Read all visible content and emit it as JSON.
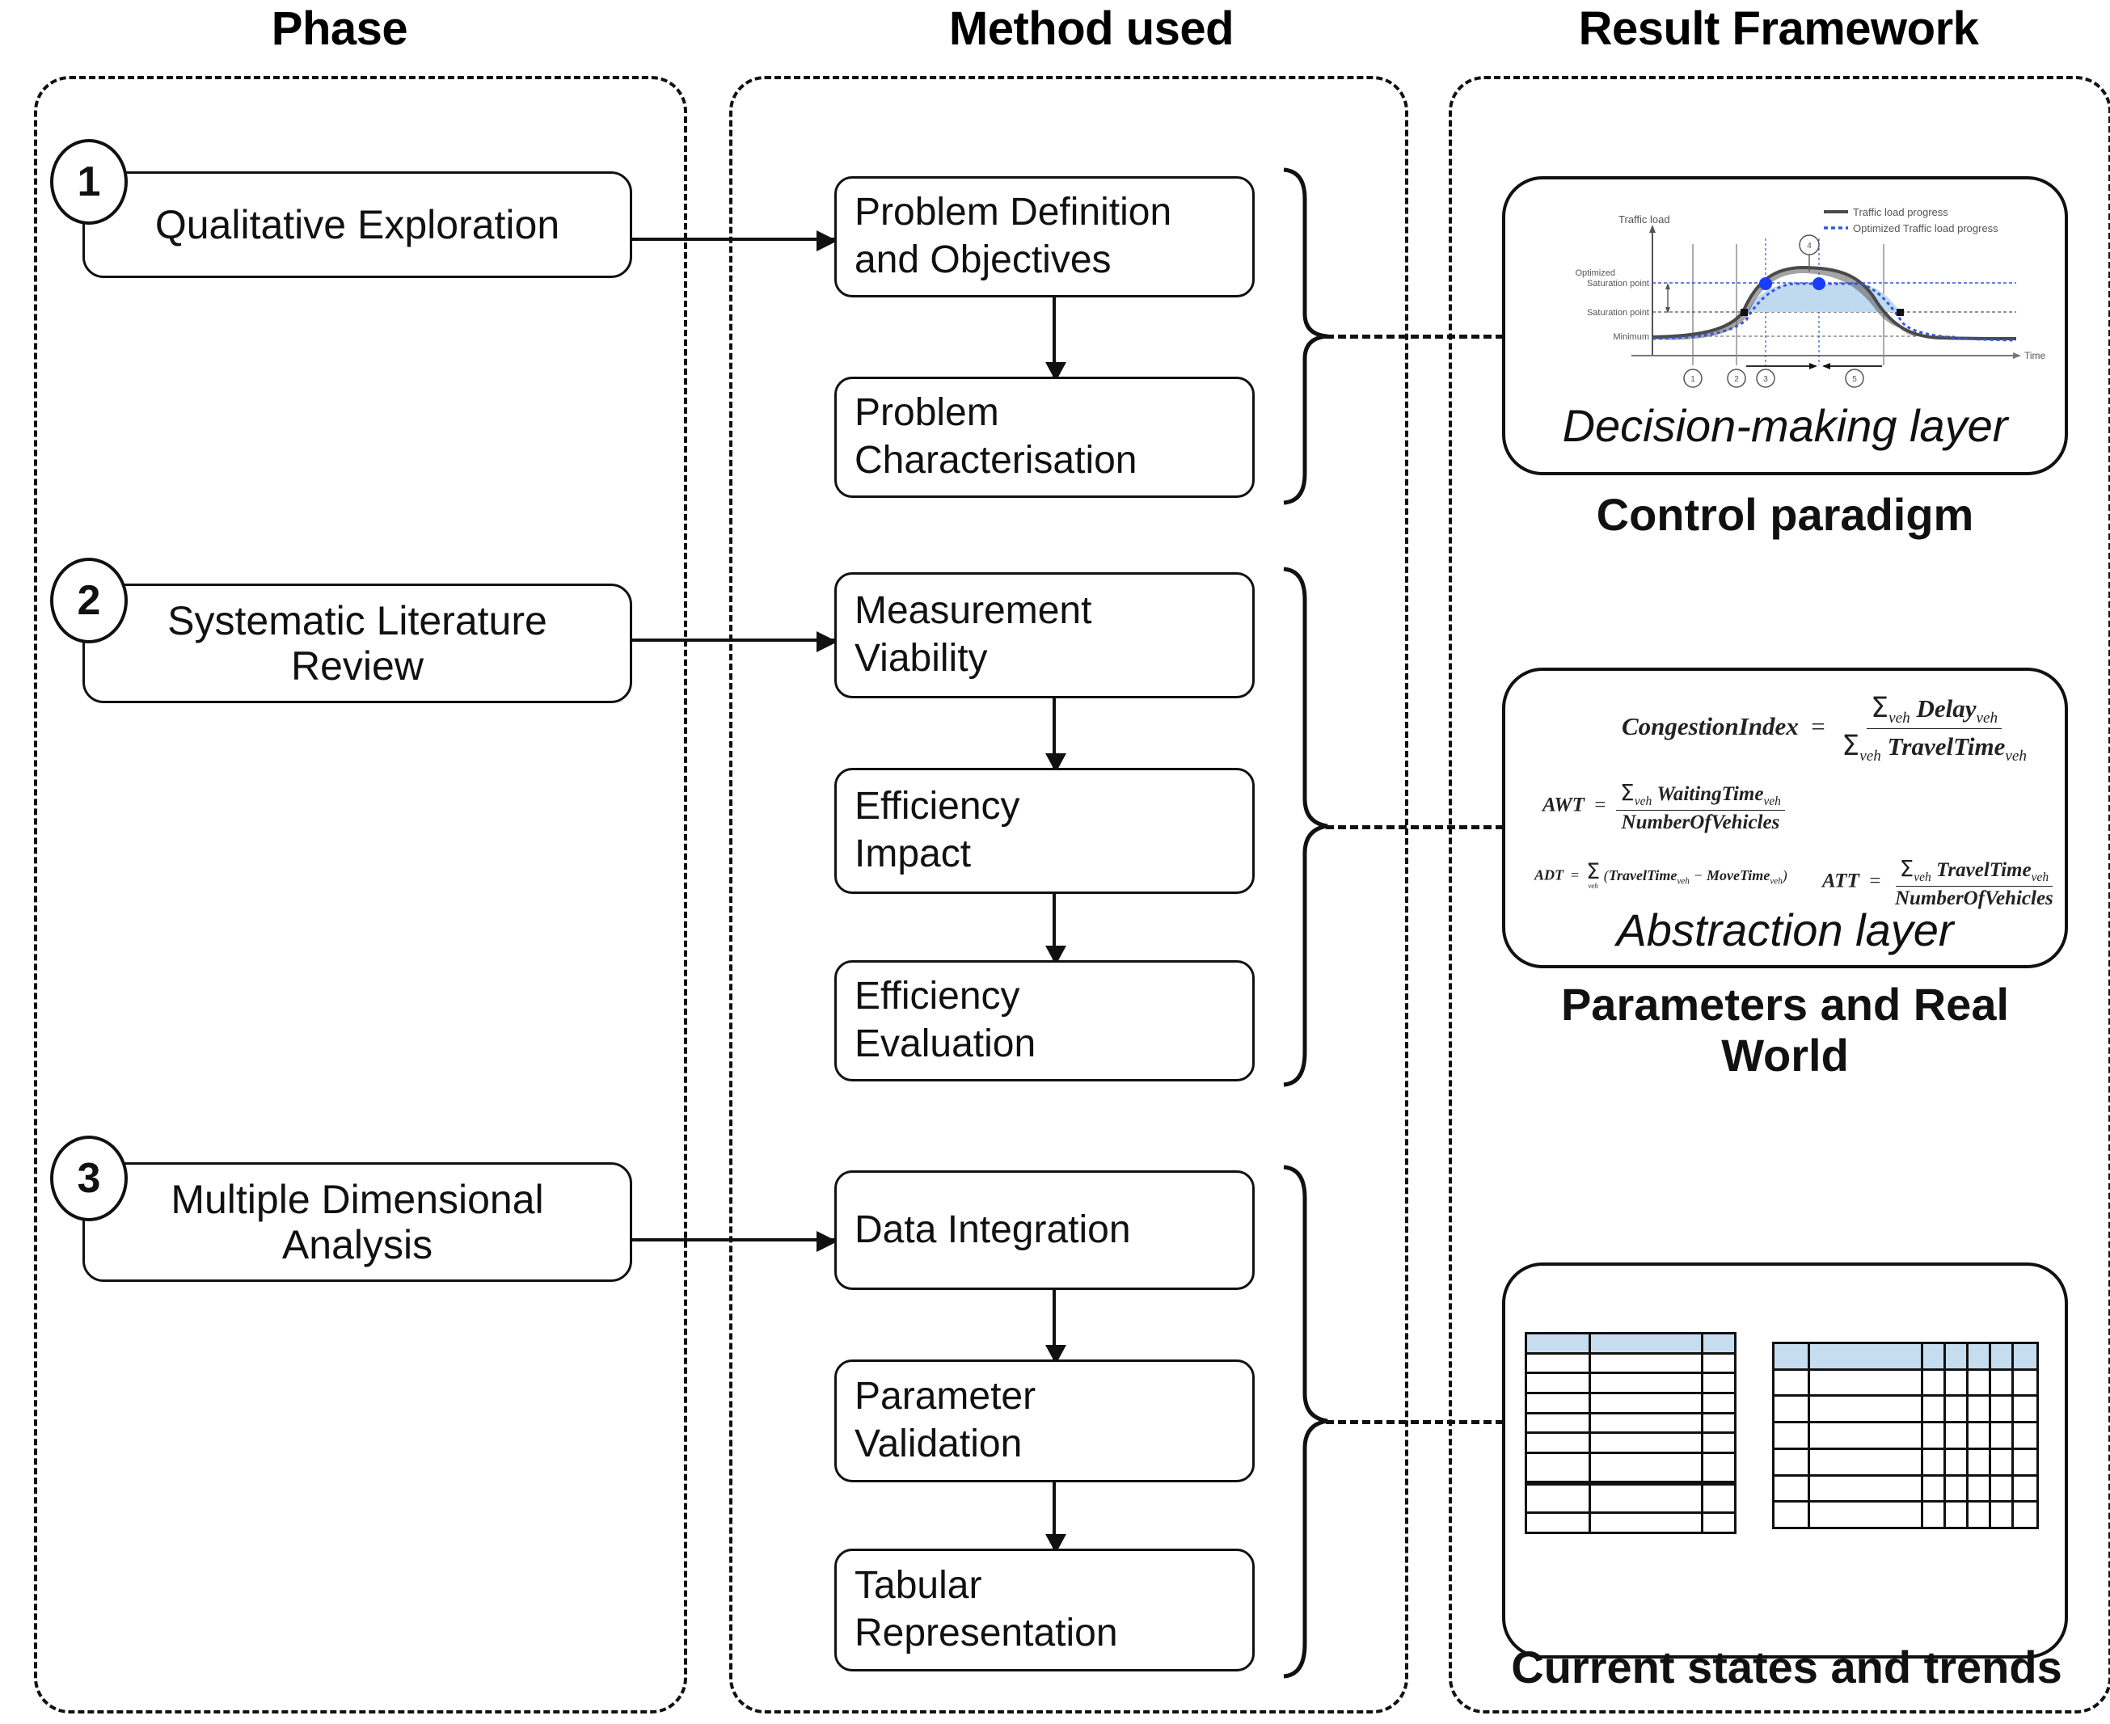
{
  "columns": [
    {
      "id": "phase",
      "title": "Phase"
    },
    {
      "id": "method",
      "title": "Method used"
    },
    {
      "id": "result",
      "title": "Result Framework"
    }
  ],
  "phases": [
    {
      "number": "1",
      "label": "Qualitative Exploration"
    },
    {
      "number": "2",
      "label": "Systematic Literature Review"
    },
    {
      "number": "3",
      "label": "Multiple Dimensional Analysis"
    }
  ],
  "method_groups": [
    {
      "phase": "1",
      "steps": [
        {
          "line1": "Problem Definition",
          "line2": "and Objectives"
        },
        {
          "line1": "Problem",
          "line2": "Characterisation"
        }
      ]
    },
    {
      "phase": "2",
      "steps": [
        {
          "line1": "Measurement",
          "line2": "Viability"
        },
        {
          "line1": "Efficiency",
          "line2": "Impact"
        },
        {
          "line1": "Efficiency",
          "line2": "Evaluation"
        }
      ]
    },
    {
      "phase": "3",
      "steps": [
        {
          "line1": "Data Integration",
          "line2": ""
        },
        {
          "line1": "Parameter",
          "line2": "Validation"
        },
        {
          "line1": "Tabular",
          "line2": "Representation"
        }
      ]
    }
  ],
  "results": [
    {
      "id": "decision",
      "layer_label": "Decision-making layer",
      "caption": "Control paradigm",
      "thumbnail": "traffic-load-chart"
    },
    {
      "id": "abstraction",
      "layer_label": "Abstraction layer",
      "caption": "Parameters and Real World",
      "thumbnail": "metric-formulas",
      "formulas": {
        "congestion_index": {
          "lhs": "CongestionIndex",
          "numerator": "∑ Delay",
          "numerator_sub": "veh",
          "sum_sub": "veh",
          "denominator": "∑ TravelTime",
          "denominator_sub": "veh"
        },
        "awt": {
          "lhs": "AWT",
          "numerator": "∑ WaitingTime",
          "numerator_sub": "veh",
          "denominator": "NumberOfVehicles"
        },
        "adt": {
          "lhs": "ADT",
          "body": "∑ (TravelTime",
          "body_sub1": "veh",
          "body_mid": "− MoveTime",
          "body_sub2": "veh",
          "body_end": ")",
          "sum_sub": "veh"
        },
        "att": {
          "lhs": "ATT",
          "numerator": "∑ TravelTime",
          "numerator_sub": "veh",
          "denominator": "NumberOfVehicles"
        }
      }
    },
    {
      "id": "states",
      "layer_label": "",
      "caption": "Current states and trends",
      "thumbnail": "data-tables",
      "tables": [
        {
          "name": "left-table",
          "columns": 3,
          "rows": 9,
          "header_row": true
        },
        {
          "name": "right-table",
          "columns": 7,
          "rows": 7,
          "header_row": true
        }
      ]
    }
  ],
  "chart_data": {
    "type": "line",
    "title": "",
    "xlabel": "Time",
    "ylabel": "Traffic load",
    "ytick_labels": [
      "Optimized Saturation point",
      "Saturation point",
      "Minimum"
    ],
    "legend": [
      {
        "name": "Traffic load progress",
        "color": "#4a4a4a",
        "style": "solid"
      },
      {
        "name": "Optimized Traffic load progress",
        "color": "#3355dd",
        "style": "dotted"
      }
    ],
    "legend_position": "top-right",
    "grid": true,
    "annotations": [
      "1",
      "2",
      "3",
      "4",
      "5"
    ],
    "series": [
      {
        "name": "Traffic load progress",
        "x": [
          0,
          10,
          20,
          30,
          38,
          45,
          52,
          60,
          68,
          75,
          82,
          90,
          100
        ],
        "y": [
          12,
          13,
          15,
          20,
          38,
          62,
          72,
          74,
          73,
          66,
          40,
          20,
          14
        ]
      },
      {
        "name": "Optimized Traffic load progress",
        "x": [
          0,
          10,
          20,
          30,
          38,
          45,
          52,
          60,
          68,
          75,
          82,
          90,
          100
        ],
        "y": [
          11,
          12,
          14,
          19,
          34,
          56,
          60,
          60,
          60,
          57,
          34,
          18,
          13
        ]
      }
    ],
    "markers": [
      {
        "x": 38,
        "y": 38,
        "color": "#111111",
        "label": "saturation"
      },
      {
        "x": 45,
        "y": 60,
        "color": "#1a3cff",
        "label": "optimized-saturation-start"
      },
      {
        "x": 68,
        "y": 60,
        "color": "#1a3cff",
        "label": "optimized-saturation-end"
      },
      {
        "x": 78,
        "y": 38,
        "color": "#111111",
        "label": "desaturation"
      }
    ],
    "shaded_region": {
      "color": "#bfd9ef",
      "between": [
        "Optimized Traffic load progress",
        "baseline"
      ]
    }
  },
  "colors": {
    "stroke": "#111111",
    "table_header": "#c6ddf0",
    "chart_accent": "#1a3cff",
    "chart_line": "#4a4a4a",
    "chart_fill": "#bfd9ef"
  }
}
